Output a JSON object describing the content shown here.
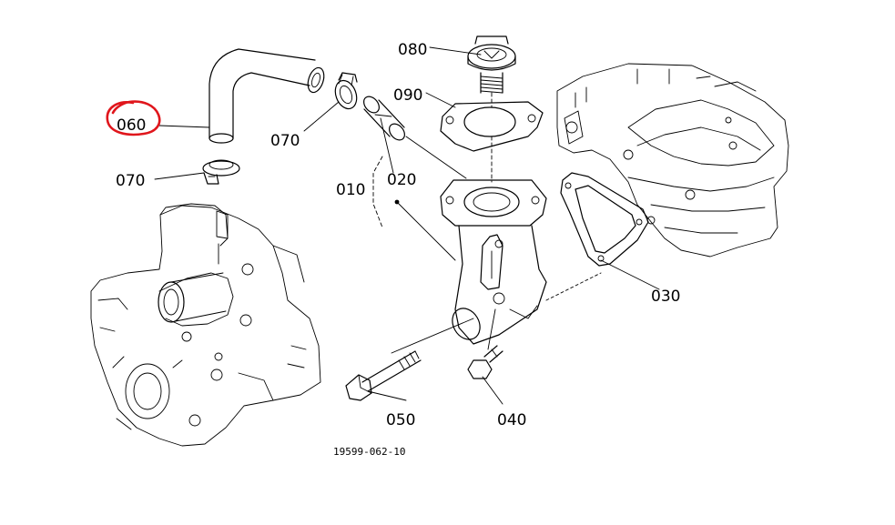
{
  "diagram": {
    "parts": {
      "p010": "010",
      "p020": "020",
      "p030": "030",
      "p040": "040",
      "p050": "050",
      "p060": "060",
      "p070a": "070",
      "p070b": "070",
      "p080": "080",
      "p090": "090"
    },
    "drawing_code": "19599-062-10",
    "highlighted_part": "060",
    "highlight_color": "#e0161c"
  }
}
